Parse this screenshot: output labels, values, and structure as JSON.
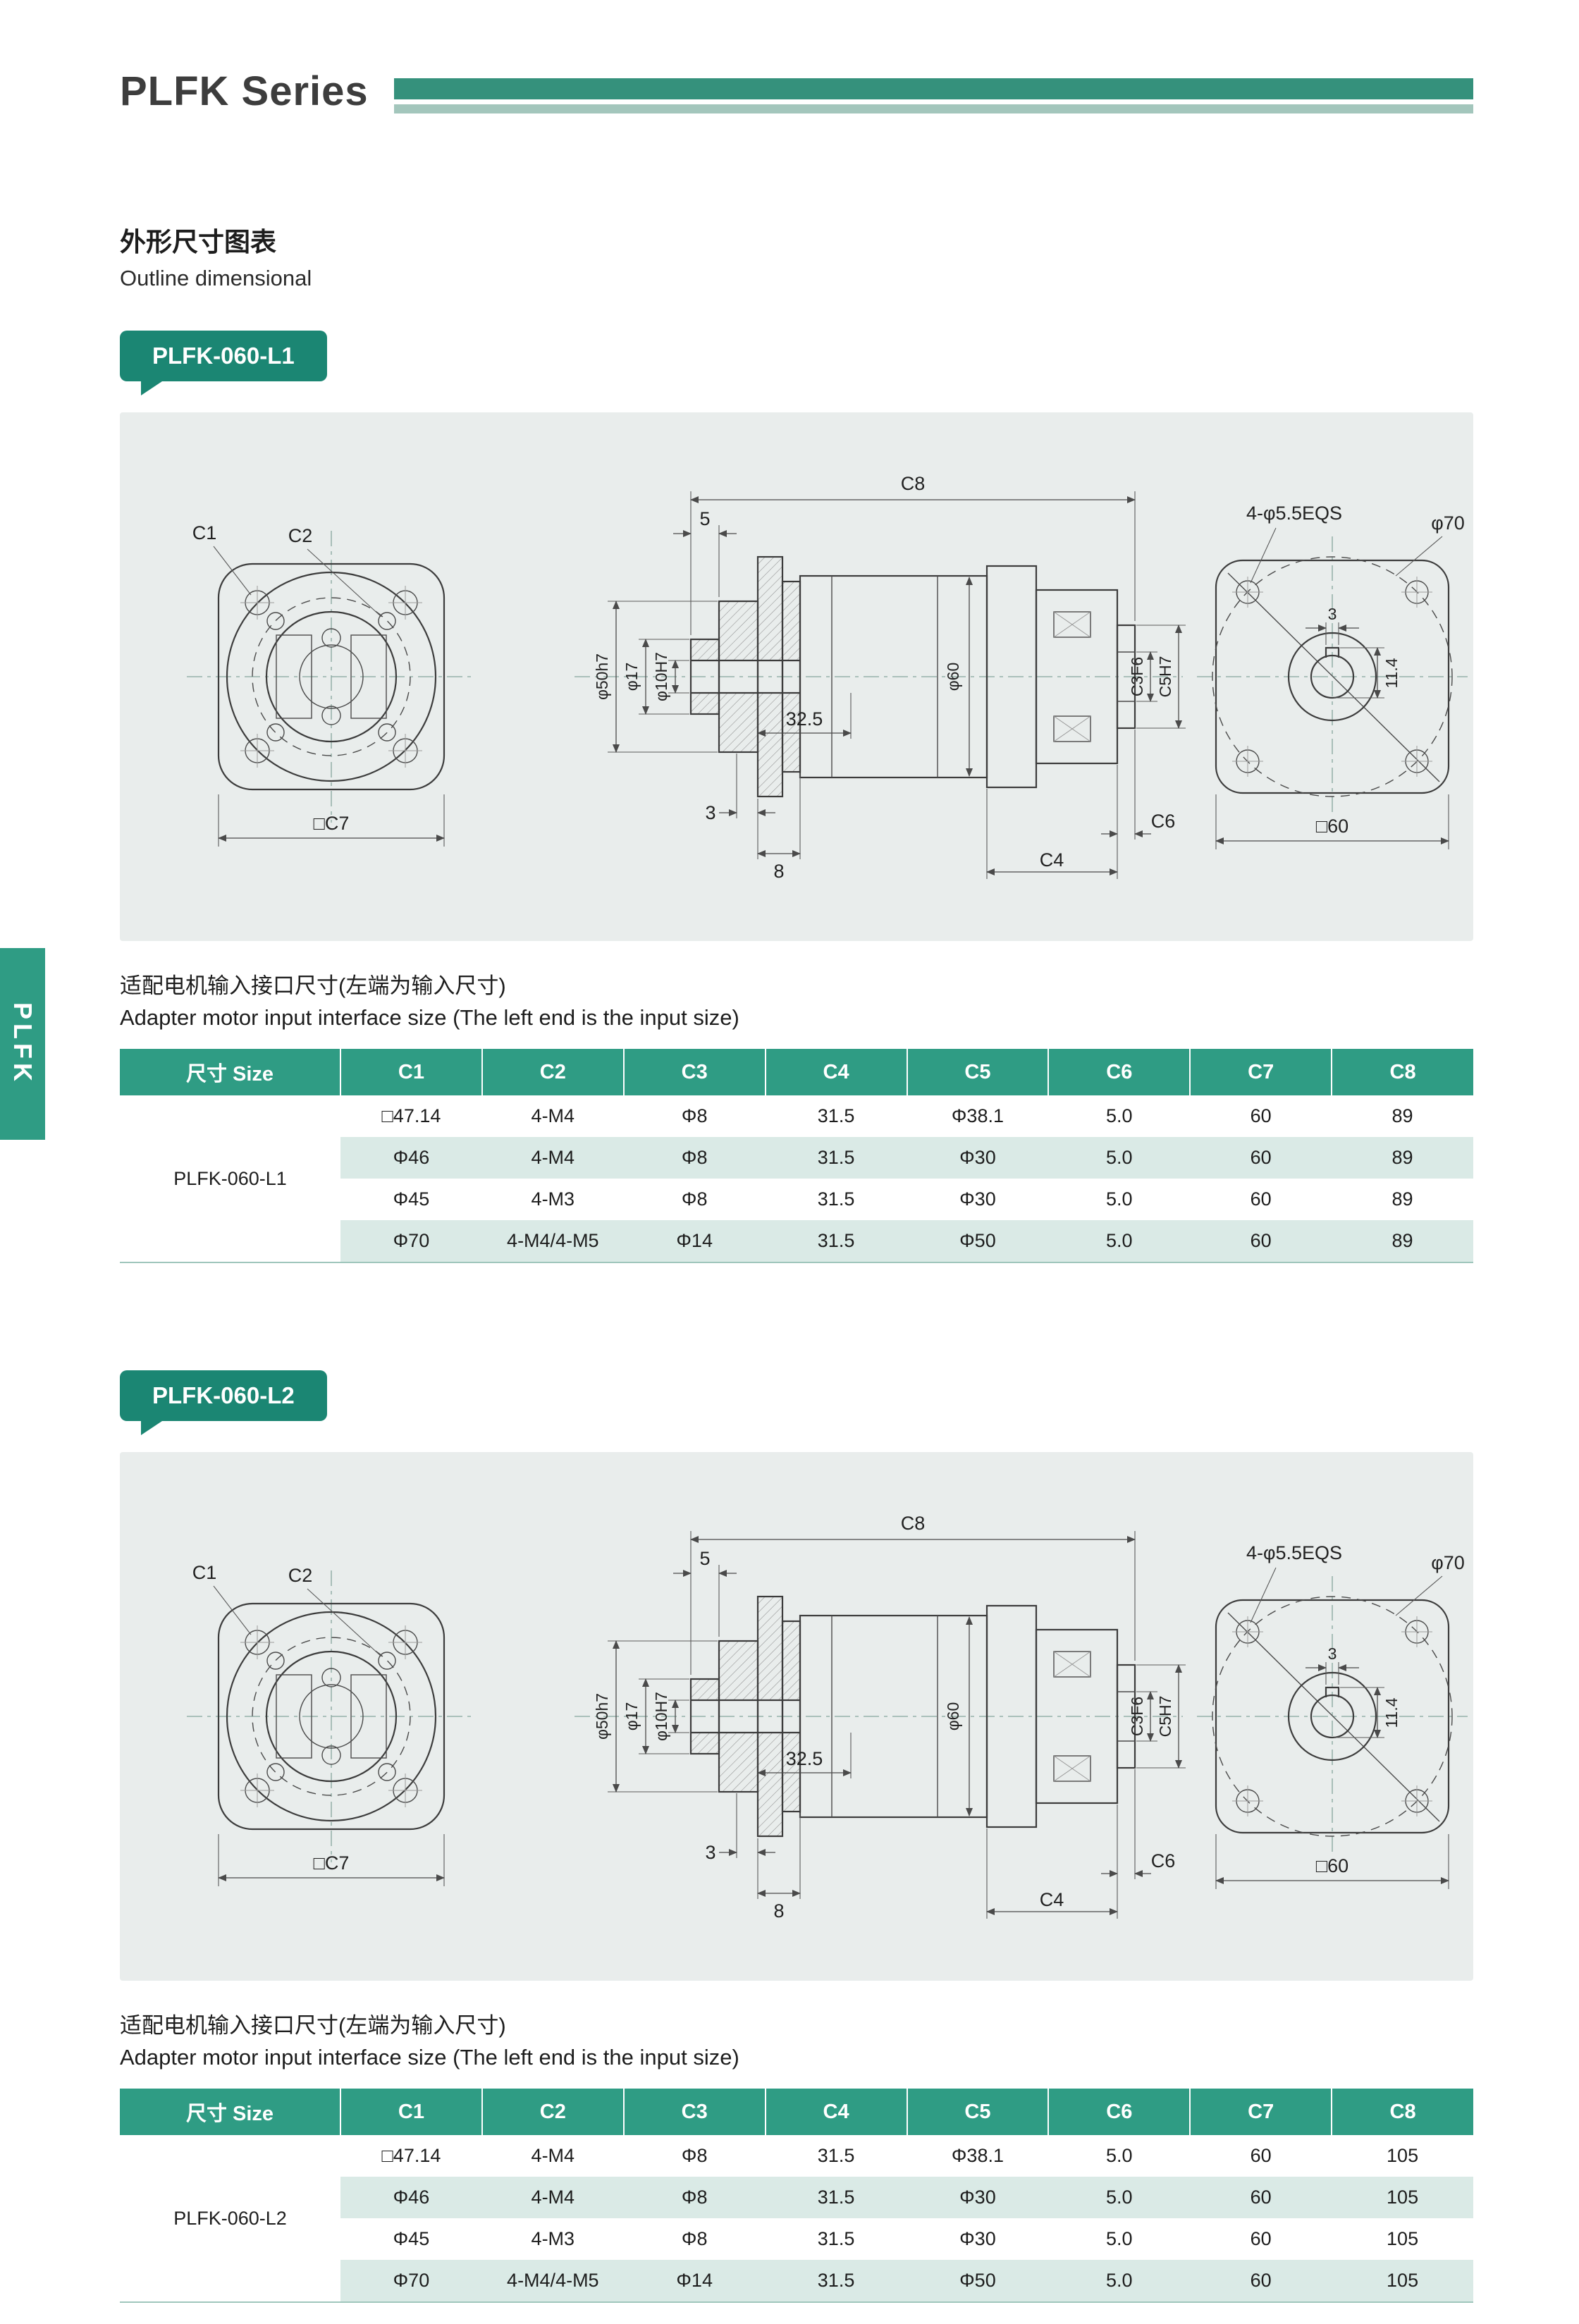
{
  "page": {
    "title": "PLFK Series",
    "side_tab": "PLFK"
  },
  "section": {
    "heading_zh": "外形尺寸图表",
    "heading_en": "Outline dimensional"
  },
  "note": {
    "zh": "适配电机输入接口尺寸(左端为输入尺寸)",
    "en": "Adapter motor input interface size (The left end is the input size)"
  },
  "drawing": {
    "c1": "C1",
    "c2": "C2",
    "c7": "□C7",
    "c8": "C8",
    "len5": "5",
    "holes": "4-φ5.5EQS",
    "d70": "φ70",
    "d50": "φ50h7",
    "d17": "φ17",
    "d10": "φ10H7",
    "d60": "φ60",
    "c3": "C3F6",
    "c5": "C5H7",
    "depth": "32.5",
    "gap3": "3",
    "w8": "8",
    "c4": "C4",
    "c6": "C6",
    "sq60": "□60",
    "key_w": "3",
    "key_h": "11.4"
  },
  "blocks": [
    {
      "badge": "PLFK-060-L1",
      "table": {
        "row_label": "PLFK-060-L1",
        "headers": [
          "尺寸 Size",
          "C1",
          "C2",
          "C3",
          "C4",
          "C5",
          "C6",
          "C7",
          "C8"
        ],
        "rows": [
          [
            "□47.14",
            "4-M4",
            "Φ8",
            "31.5",
            "Φ38.1",
            "5.0",
            "60",
            "89"
          ],
          [
            "Φ46",
            "4-M4",
            "Φ8",
            "31.5",
            "Φ30",
            "5.0",
            "60",
            "89"
          ],
          [
            "Φ45",
            "4-M3",
            "Φ8",
            "31.5",
            "Φ30",
            "5.0",
            "60",
            "89"
          ],
          [
            "Φ70",
            "4-M4/4-M5",
            "Φ14",
            "31.5",
            "Φ50",
            "5.0",
            "60",
            "89"
          ]
        ]
      }
    },
    {
      "badge": "PLFK-060-L2",
      "table": {
        "row_label": "PLFK-060-L2",
        "headers": [
          "尺寸 Size",
          "C1",
          "C2",
          "C3",
          "C4",
          "C5",
          "C6",
          "C7",
          "C8"
        ],
        "rows": [
          [
            "□47.14",
            "4-M4",
            "Φ8",
            "31.5",
            "Φ38.1",
            "5.0",
            "60",
            "105"
          ],
          [
            "Φ46",
            "4-M4",
            "Φ8",
            "31.5",
            "Φ30",
            "5.0",
            "60",
            "105"
          ],
          [
            "Φ45",
            "4-M3",
            "Φ8",
            "31.5",
            "Φ30",
            "5.0",
            "60",
            "105"
          ],
          [
            "Φ70",
            "4-M4/4-M5",
            "Φ14",
            "31.5",
            "Φ50",
            "5.0",
            "60",
            "105"
          ]
        ]
      }
    }
  ],
  "colors": {
    "accent": "#2F9C84",
    "accent_dark": "#1B8673",
    "bar": "#35917C",
    "bar_light": "#A3C6BC",
    "panel_bg": "#E9EDEC",
    "row_alt": "#DAEAE6"
  }
}
